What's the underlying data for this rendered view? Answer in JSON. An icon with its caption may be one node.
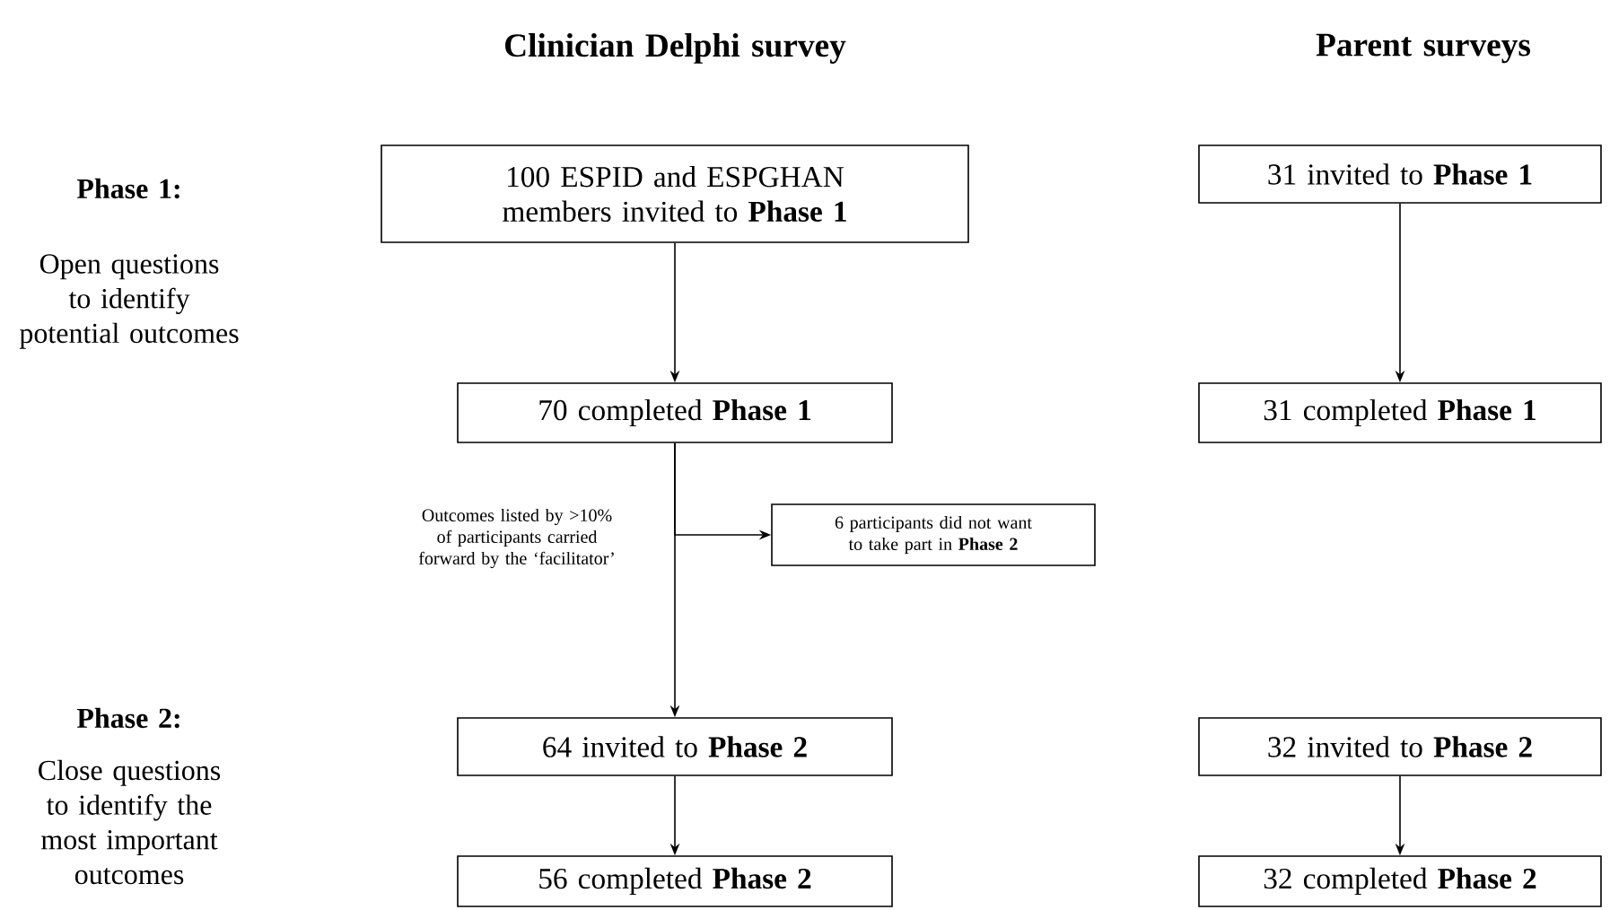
{
  "diagram": {
    "nodes": [
      {
        "text": [
          "100 ESPID and ESPGHAN members invited to **Phase 1**"
        ]
      },
      {
        "text": [
          "70 completed **Phase 1**"
        ]
      },
      {
        "text": [
          "6 participants did not want to take part in **Phase 2**"
        ]
      },
      {
        "text": [
          "64 invited to **Phase 2**"
        ]
      },
      {
        "text": [
          "56 completed **Phase 2**"
        ]
      },
      {
        "text": [
          "31 invited to **Phase 1**"
        ]
      },
      {
        "text": [
          "31 completed **Phase 1**"
        ]
      },
      {
        "text": [
          "32 invited to **Phase 2**"
        ]
      },
      {
        "text": [
          "32 completed **Phase 2**"
        ]
      }
    ],
    "edges": [
      {
        "from": 0,
        "to": 1,
        "arrow": "to"
      },
      {
        "from": 1,
        "to": 3,
        "arrow": "to",
        "label": "Outcomes listed by >10% of participants carried forward by the ‘facilitator’"
      },
      {
        "from": 1,
        "to": 2,
        "arrow": "to"
      },
      {
        "from": 3,
        "to": 4,
        "arrow": "to"
      },
      {
        "from": 5,
        "to": 6,
        "arrow": "to"
      },
      {
        "from": 7,
        "to": 8,
        "arrow": "to"
      }
    ],
    "labels": [
      "Clinician Delphi survey",
      "Parent surveys",
      "Phase 1:",
      "Open questions to identify potential outcomes",
      "Phase 2:",
      "Close questions to identify the most important outcomes"
    ]
  }
}
